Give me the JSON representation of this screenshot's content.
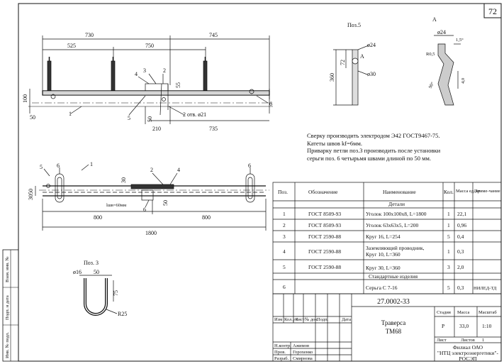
{
  "page_number": "72",
  "pos5_title": "Поз.5",
  "viewA_title": "А",
  "pos3_title": "Поз. 3",
  "pos5": {
    "d1": "ø24",
    "d2": "ø30",
    "h": "360",
    "h2": "72",
    "a": "А"
  },
  "viewA": {
    "d": "ø24",
    "angle": "1,5°",
    "r": "R0,5",
    "ang90": "90°",
    "w": "4,0"
  },
  "pos3": {
    "d": "ø16",
    "w": "50",
    "h": "75",
    "r": "R25"
  },
  "top_view": {
    "dim_730": "730",
    "dim_745": "745",
    "dim_525": "525",
    "dim_750": "750",
    "dim_210": "210",
    "dim_735": "735",
    "dim_100": "100",
    "dim_50": "50",
    "dim_55": "55",
    "dim_50b": "50",
    "holes": "2 отв. ø21",
    "p1": "1",
    "p3": "3",
    "p4": "4",
    "p5": "5",
    "p6": "6",
    "p2": "2"
  },
  "plan_view": {
    "dim_800a": "800",
    "dim_800b": "800",
    "dim_1800": "1800",
    "dim_3050": "3050",
    "dim_30": "30",
    "dim_50": "50",
    "weld": "lшв=60мм",
    "p1": "1",
    "p2": "2",
    "p4": "4",
    "p5": "5",
    "p6a": "6",
    "p6b": "6"
  },
  "notes": [
    "Сверку производить электродом Э42 ГОСТ9467-75.",
    "Катеты швов kf=6мм.",
    "Приварку петли поз.3 производить после установки",
    "серьги поз. 6 четырьмя швами длиной по 50 мм."
  ],
  "spec_table": {
    "headers": [
      "Поз.",
      "Обозначение",
      "Наименование",
      "Кол.",
      "Масса ед.,кг",
      "Приме-чание"
    ],
    "section_details": "Детали",
    "section_standard": "Стандартные изделия",
    "rows": [
      {
        "pos": "1",
        "code": "ГОСТ 8509-93",
        "name": "Уголок 100x100x8, L=1800",
        "qty": "1",
        "mass": "22,1",
        "note": ""
      },
      {
        "pos": "2",
        "code": "ГОСТ 8509-93",
        "name": "Уголок 63x63x5, L=200",
        "qty": "1",
        "mass": "0,96",
        "note": ""
      },
      {
        "pos": "3",
        "code": "ГОСТ 2590-88",
        "name": "Круг 16, L=254",
        "qty": "5",
        "mass": "0,4",
        "note": ""
      },
      {
        "pos": "4",
        "code": "ГОСТ 2590-88",
        "name": "Заземляющий проводник,",
        "name2": "Круг 10,  L=360",
        "qty": "1",
        "mass": "0,3",
        "note": ""
      },
      {
        "pos": "5",
        "code": "ГОСТ 2590-88",
        "name": "Круг 30, L=360",
        "qty": "3",
        "mass": "2,0",
        "note": ""
      },
      {
        "pos": "6",
        "code": "",
        "name": "Серьга С 7-16",
        "qty": "5",
        "mass": "0,3",
        "note": "НИЛЕД-ТД"
      }
    ]
  },
  "title_block": {
    "doc_number": "27.0002-33",
    "title1": "Траверса",
    "title2": "ТМ68",
    "stage_h": "Стадия",
    "mass_h": "Масса",
    "scale_h": "Масштаб",
    "stage": "Р",
    "mass": "33,0",
    "scale": "1:10",
    "sheet_h": "Лист",
    "sheets_h": "Листов",
    "sheets": "1",
    "org1": "Филиал ОАО",
    "org2": "\"НТЦ электроэнергетики\"-",
    "org3": "РОСЭП",
    "col_heads": [
      "Изм",
      "Кол.уч",
      "Лист",
      "№ док.",
      "Подп.",
      "Дата"
    ],
    "roles": [
      {
        "role": "Н.контр.",
        "name": "Ажимов"
      },
      {
        "role": "Пров.",
        "name": "Горохенко"
      },
      {
        "role": "Разраб.",
        "name": "Смирнова"
      }
    ]
  },
  "side_stamp": [
    "Взам. инв. №",
    "Подп. и дата",
    "Инв. № подл."
  ]
}
